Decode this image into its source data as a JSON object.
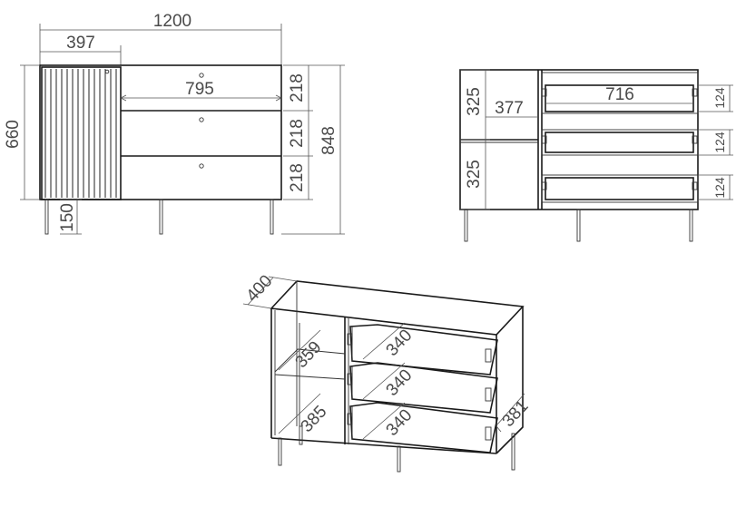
{
  "front_view": {
    "width_total": "1200",
    "door_width": "397",
    "drawer_width": "795",
    "body_height": "660",
    "total_height": "848",
    "leg_height": "150",
    "drawer_heights": [
      "218",
      "218",
      "218"
    ]
  },
  "open_front_view": {
    "shelf_height_top": "325",
    "shelf_height_bottom": "325",
    "shelf_width": "377",
    "drawer_inner_width": "716",
    "drawer_inner_heights": [
      "124",
      "124",
      "124"
    ]
  },
  "iso_view": {
    "depth": "400",
    "shelf_depth_top": "359",
    "shelf_depth_bottom": "385",
    "drawer_depths": [
      "340",
      "340",
      "340"
    ],
    "side_depth": "381"
  }
}
